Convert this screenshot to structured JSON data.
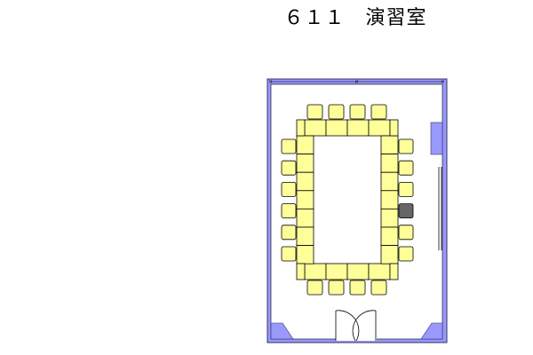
{
  "title": "６１１　演習室",
  "colors": {
    "wall": "#9999ff",
    "wall_stroke": "#333366",
    "table": "#ffff99",
    "chair": "#ffff99",
    "outline": "#000000",
    "occupied_chair": "#666666"
  },
  "icons": [
    "door-icon"
  ],
  "layout": {
    "top_chairs": 4,
    "bottom_chairs": 4,
    "left_chairs": 6,
    "right_chairs": 6,
    "top_tables": 4,
    "bottom_tables": 4,
    "left_tables": 7,
    "right_tables": 7,
    "dark_chair_right_index": 3
  }
}
